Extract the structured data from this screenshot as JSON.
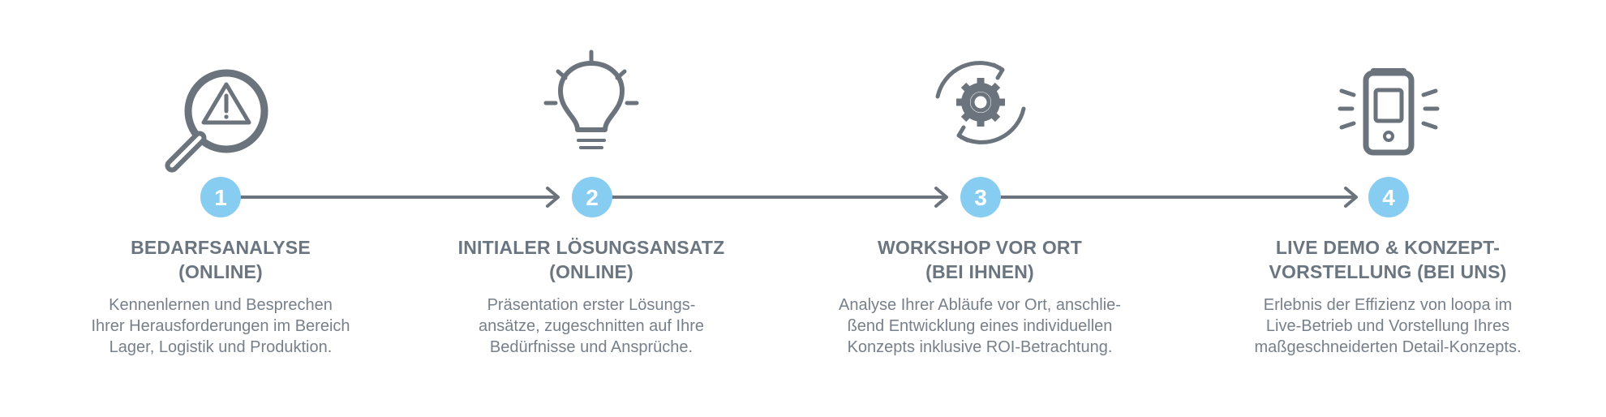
{
  "colors": {
    "icon": "#6b737c",
    "badge": "#87cdf2",
    "badge_text": "#ffffff",
    "title": "#6b7580",
    "text": "#77808a"
  },
  "steps": [
    {
      "number": "1",
      "icon": "magnifier-warning-icon",
      "title": [
        "BEDARFSANALYSE",
        "(ONLINE)"
      ],
      "description": [
        "Kennenlernen und Besprechen",
        "Ihrer Herausforderungen im Bereich",
        "Lager, Logistik und Produktion."
      ]
    },
    {
      "number": "2",
      "icon": "lightbulb-icon",
      "title": [
        "INITIALER LÖSUNGSANSATZ",
        "(ONLINE)"
      ],
      "description": [
        "Präsentation erster Lösungs-",
        "ansätze, zugeschnitten auf Ihre",
        "Bedürfnisse und Ansprüche."
      ]
    },
    {
      "number": "3",
      "icon": "gear-refresh-icon",
      "title": [
        "WORKSHOP VOR ORT",
        "(BEI IHNEN)"
      ],
      "description": [
        "Analyse Ihrer Abläufe vor Ort, anschlie-",
        "ßend Entwicklung eines individuellen",
        "Konzepts inklusive ROI-Betrachtung."
      ]
    },
    {
      "number": "4",
      "icon": "mobile-device-icon",
      "title": [
        "LIVE DEMO & KONZEPT-",
        "VORSTELLUNG (BEI UNS)"
      ],
      "description": [
        "Erlebnis der Effizienz von loopa im",
        "Live-Betrieb und Vorstellung Ihres",
        "maßgeschneiderten Detail-Konzepts."
      ]
    }
  ]
}
